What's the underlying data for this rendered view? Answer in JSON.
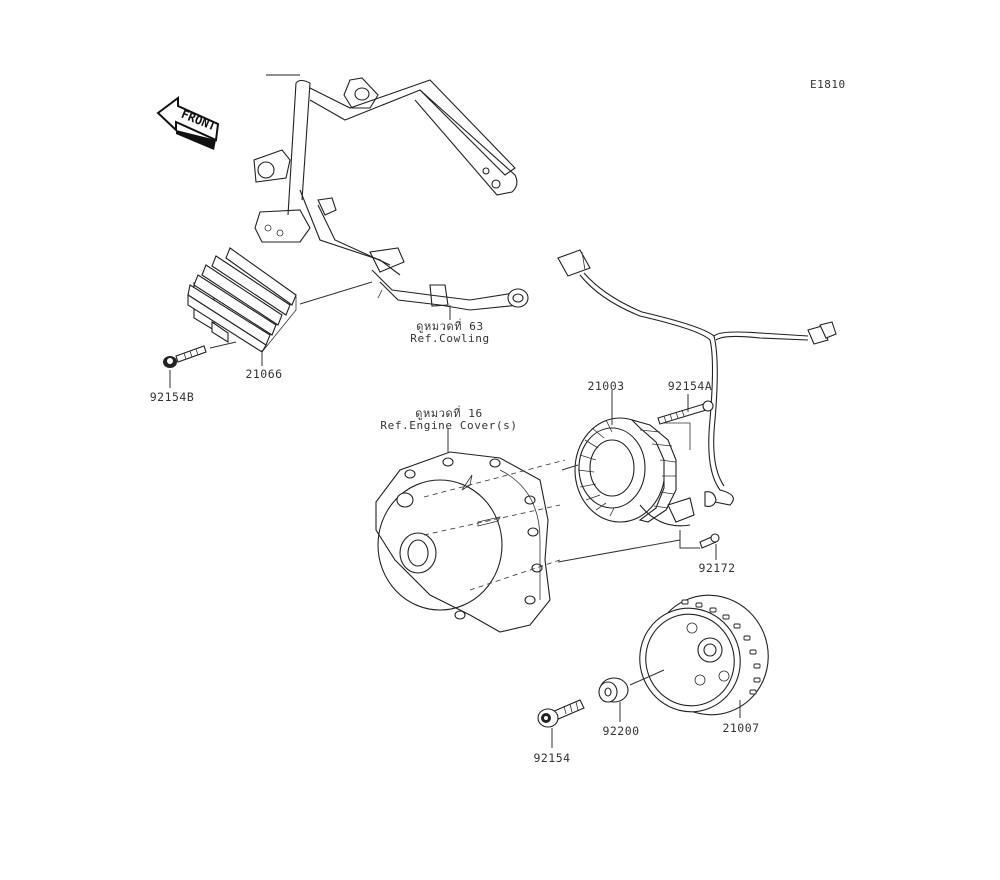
{
  "diagram": {
    "code": "E1810",
    "direction_marker": "FRONT",
    "references": [
      {
        "id": "ref-cowling",
        "thai": "ดูหมวดที่ 63",
        "text": "Ref.Cowling"
      },
      {
        "id": "ref-engine-cover",
        "thai": "ดูหมวดที่ 16",
        "text": "Ref.Engine Cover(s)"
      }
    ],
    "parts": [
      {
        "number": "21066",
        "name": "regulator"
      },
      {
        "number": "92154B",
        "name": "regulator-bolt"
      },
      {
        "number": "21003",
        "name": "stator"
      },
      {
        "number": "92154A",
        "name": "stator-bolt"
      },
      {
        "number": "92172",
        "name": "wire-clamp-screw"
      },
      {
        "number": "21007",
        "name": "flywheel-rotor"
      },
      {
        "number": "92200",
        "name": "washer"
      },
      {
        "number": "92154",
        "name": "rotor-bolt"
      }
    ]
  }
}
